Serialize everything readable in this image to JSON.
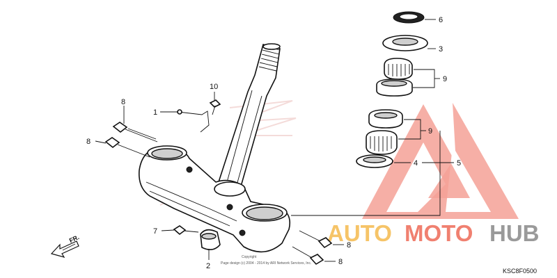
{
  "callouts": {
    "c1": "1",
    "c2": "2",
    "c3": "3",
    "c4": "4",
    "c5": "5",
    "c6": "6",
    "c7": "7",
    "c8a": "8",
    "c8b": "8",
    "c8c": "8",
    "c8d": "8",
    "c9a": "9",
    "c9b": "9",
    "c10": "10"
  },
  "direction_label": "FR.",
  "copyright_line1": "Copyright",
  "copyright_line2": "Page design (c) 2004 - 2014 by ARI Network Services, Inc.",
  "diagram_code": "KSC8F0500",
  "watermark": {
    "text_part1": "AUTO",
    "text_part2": "MOTO",
    "text_part3": "HUB",
    "color_yellow": "#f6c468",
    "color_red": "#f08070",
    "color_gray": "#9a9a9a"
  }
}
